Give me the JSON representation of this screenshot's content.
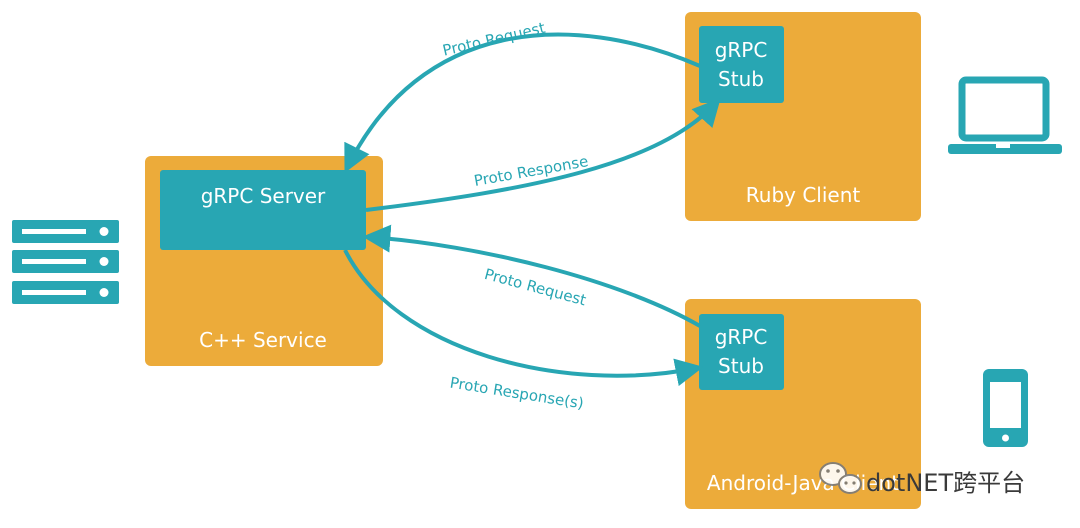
{
  "diagram": {
    "server": {
      "service_label": "C++ Service",
      "server_label": "gRPC Server"
    },
    "ruby": {
      "stub_line1": "gRPC",
      "stub_line2": "Stub",
      "client_label": "Ruby Client"
    },
    "android": {
      "stub_line1": "gRPC",
      "stub_line2": "Stub",
      "client_label": "Android-Java Client"
    },
    "arrows": {
      "ruby_request": "Proto Request",
      "ruby_response": "Proto Response",
      "android_request": "Proto Request",
      "android_response": "Proto Response(s)"
    },
    "icons": {
      "server": "server-rack-icon",
      "laptop": "laptop-icon",
      "phone": "smartphone-icon",
      "watermark": "wechat-icon"
    },
    "watermark": {
      "text": "dotNET跨平台"
    },
    "colors": {
      "box": "#ecab3a",
      "inner": "#28a6b3",
      "arrow": "#28a6b3",
      "text": "#ffffff"
    }
  }
}
